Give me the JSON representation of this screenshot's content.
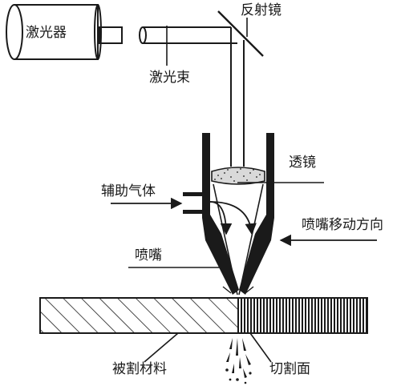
{
  "labels": {
    "laser": "激光器",
    "mirror": "反射镜",
    "beam": "激光束",
    "lens": "透镜",
    "assist_gas": "辅助气体",
    "move_dir": "喷嘴移动方向",
    "nozzle": "喷嘴",
    "material": "被割材料",
    "cut_face": "切割面"
  }
}
